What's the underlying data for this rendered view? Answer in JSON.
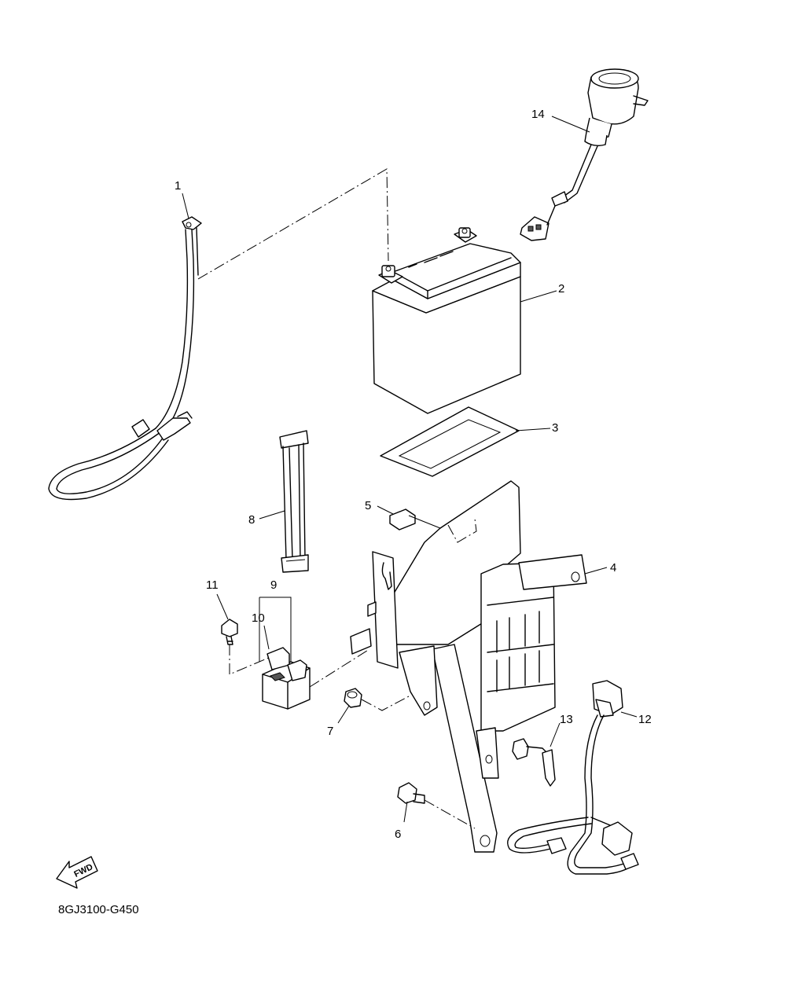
{
  "diagram": {
    "drawing_code": "8GJ3100-G450",
    "direction_arrow_label": "FWD",
    "callouts": [
      {
        "id": "callout-1",
        "label": "1"
      },
      {
        "id": "callout-2",
        "label": "2"
      },
      {
        "id": "callout-3",
        "label": "3"
      },
      {
        "id": "callout-4",
        "label": "4"
      },
      {
        "id": "callout-5",
        "label": "5"
      },
      {
        "id": "callout-6",
        "label": "6"
      },
      {
        "id": "callout-7",
        "label": "7"
      },
      {
        "id": "callout-8",
        "label": "8"
      },
      {
        "id": "callout-9",
        "label": "9"
      },
      {
        "id": "callout-10",
        "label": "10"
      },
      {
        "id": "callout-11",
        "label": "11"
      },
      {
        "id": "callout-12",
        "label": "12"
      },
      {
        "id": "callout-13",
        "label": "13"
      },
      {
        "id": "callout-14",
        "label": "14"
      }
    ]
  }
}
